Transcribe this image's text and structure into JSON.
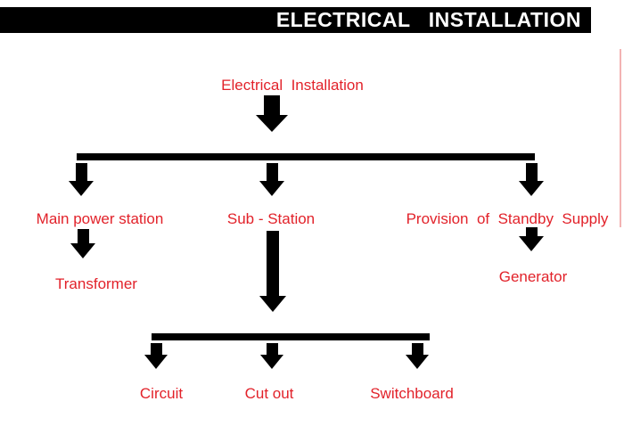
{
  "colors": {
    "accent_red": "#e2222a",
    "banner_bg": "#000000",
    "banner_text": "#ffffff",
    "connector_black": "#000000",
    "faint_right_line": "#e97474"
  },
  "banner": {
    "title": "ELECTRICAL   INSTALLATION"
  },
  "diagram": {
    "root": {
      "label": "Electrical  Installation"
    },
    "level1": [
      {
        "label": "Main power station"
      },
      {
        "label": "Sub - Station"
      },
      {
        "label": "Provision  of  Standby  Supply"
      }
    ],
    "level2": [
      {
        "label": "Transformer"
      },
      {
        "label": "Generator"
      }
    ],
    "level3": [
      {
        "label": "Circuit"
      },
      {
        "label": "Cut out"
      },
      {
        "label": "Switchboard"
      }
    ]
  }
}
